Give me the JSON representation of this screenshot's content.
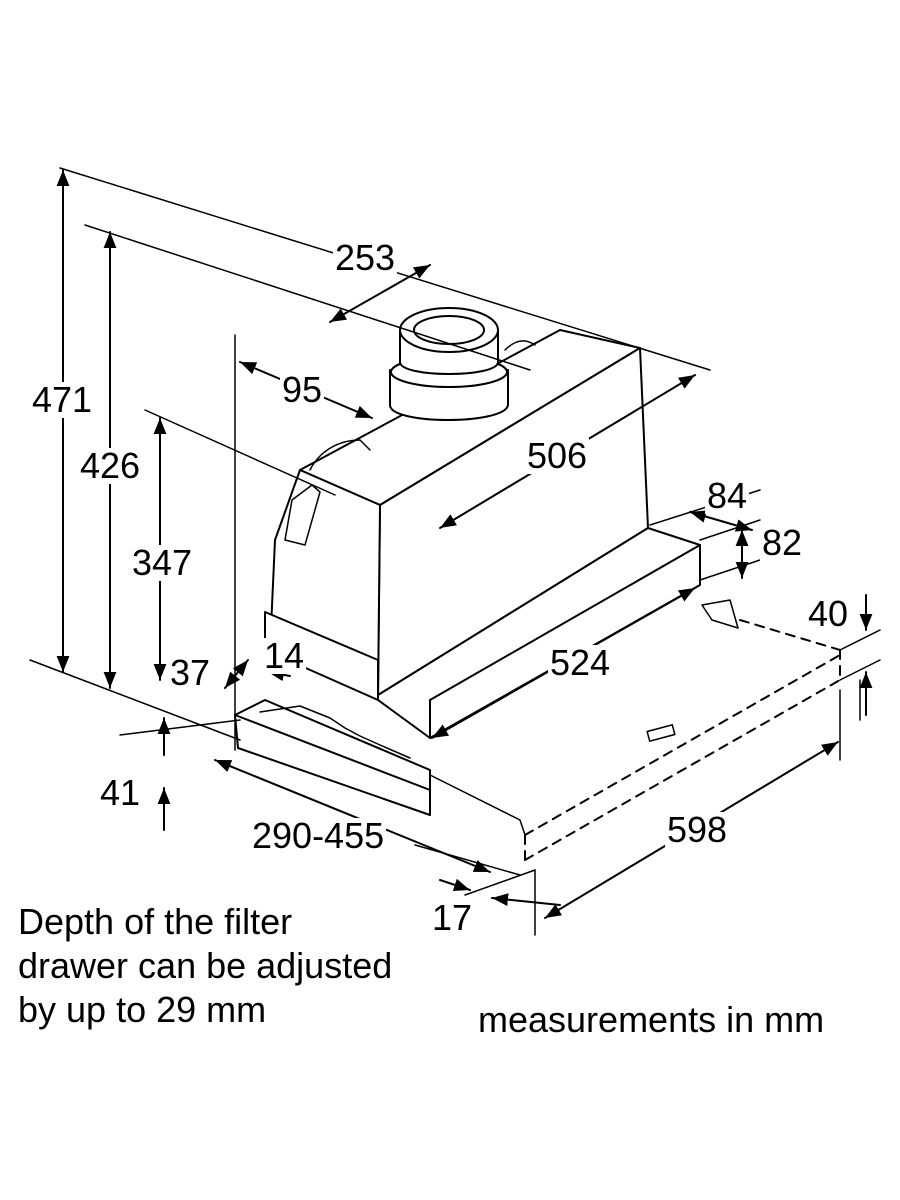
{
  "dimensions": {
    "d471": "471",
    "d426": "426",
    "d347": "347",
    "d253": "253",
    "d95": "95",
    "d506": "506",
    "d84": "84",
    "d82": "82",
    "d40": "40",
    "d524": "524",
    "d37": "37",
    "d14": "14",
    "d41": "41",
    "d290_455": "290-455",
    "d17": "17",
    "d598": "598"
  },
  "notes": {
    "filter_drawer": "Depth of the filter\ndrawer can be adjusted\nby up to 29 mm",
    "units": "measurements in mm"
  }
}
